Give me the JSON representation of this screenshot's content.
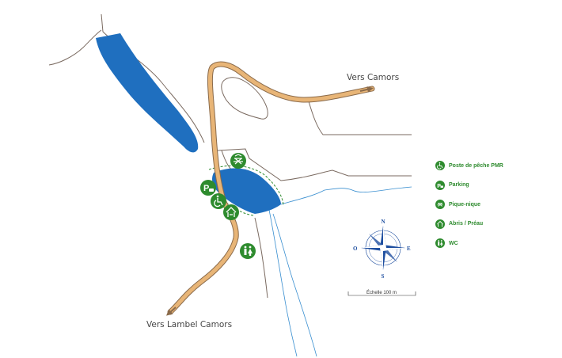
{
  "map": {
    "destinations": {
      "camors": "Vers Camors",
      "lambel_camors": "Vers Lambel Camors"
    },
    "colors": {
      "water": "#1f6fbf",
      "road": "#e8b577",
      "road_outline": "#8a6a4a",
      "track": "#7a6a60",
      "stream": "#3a8fd0",
      "icon_green": "#2e8b2e",
      "compass_blue": "#1f4fa0"
    }
  },
  "legend": {
    "items": [
      {
        "icon": "wheelchair-icon",
        "label": "Poste de pêche PMR"
      },
      {
        "icon": "parking-icon",
        "label": "Parking"
      },
      {
        "icon": "picnic-table-icon",
        "label": "Pique-nique"
      },
      {
        "icon": "shelter-icon",
        "label": "Abris / Préau"
      },
      {
        "icon": "toilets-icon",
        "label": "WC"
      }
    ]
  },
  "compass": {
    "north": "N",
    "south": "S",
    "east": "E",
    "west": "O"
  },
  "scale": {
    "label": "Échelle 100 m"
  }
}
